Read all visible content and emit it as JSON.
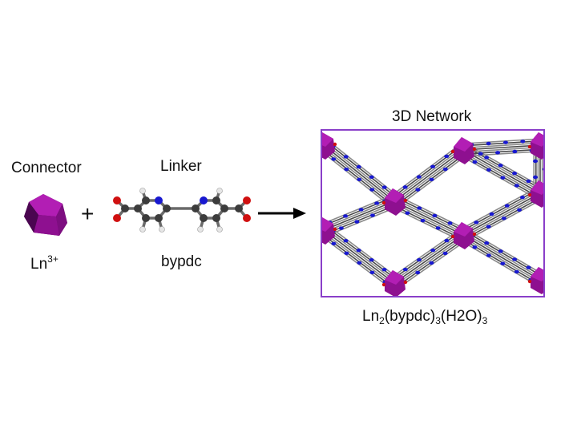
{
  "connector": {
    "title": "Connector",
    "ion": "Ln",
    "charge": "3+"
  },
  "plus_sign": "+",
  "linker": {
    "title": "Linker",
    "name": "bypdc"
  },
  "network": {
    "title": "3D Network",
    "formula": {
      "ln": "Ln",
      "ln_sub": "2",
      "ligand": "(bypdc)",
      "ligand_sub": "3",
      "water": "(H2O)",
      "water_sub": "3"
    }
  },
  "colors": {
    "polyhedron": "#8e1090",
    "frame": "#8a3fc9",
    "carbon": "#3c3c3c",
    "nitrogen": "#1818d0",
    "oxygen": "#d01010",
    "hydrogen": "#e6e6e6"
  }
}
